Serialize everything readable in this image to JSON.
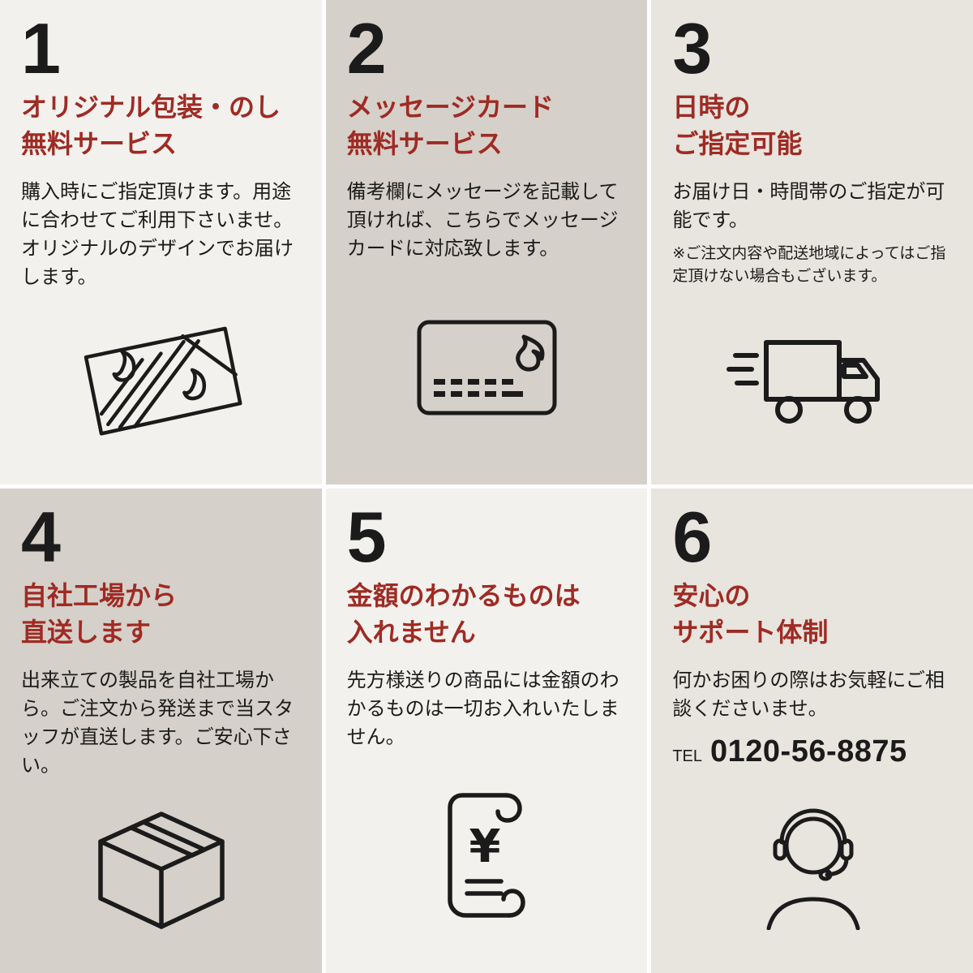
{
  "colors": {
    "heading": "#9e2b24",
    "text": "#1b1b1b",
    "bg_light": "#f3f1ed",
    "bg_taupe": "#d5d0c9",
    "bg_beige": "#e8e4de",
    "gap": "#ffffff"
  },
  "cells": [
    {
      "number": "1",
      "heading": "オリジナル包装・のし\n無料サービス",
      "body": "購入時にご指定頂けます。用途に合わせてご利用下さいませ。オリジナルのデザインでお届けします。",
      "icon": "gift-wrapping-icon"
    },
    {
      "number": "2",
      "heading": "メッセージカード\n無料サービス",
      "body": "備考欄にメッセージを記載して頂ければ、こちらでメッセージカードに対応致します。",
      "icon": "message-card-icon"
    },
    {
      "number": "3",
      "heading": "日時の\nご指定可能",
      "body": "お届け日・時間帯のご指定が可能です。",
      "note": "※ご注文内容や配送地域によってはご指定頂けない場合もございます。",
      "icon": "delivery-truck-icon"
    },
    {
      "number": "4",
      "heading": "自社工場から\n直送します",
      "body": "出来立ての製品を自社工場から。ご注文から発送まで当スタッフが直送します。ご安心下さい。",
      "icon": "shipping-box-icon"
    },
    {
      "number": "5",
      "heading": "金額のわかるものは\n入れません",
      "body": "先方様送りの商品には金額のわかるものは一切お入れいたしません。",
      "icon": "price-receipt-icon"
    },
    {
      "number": "6",
      "heading": "安心の\nサポート体制",
      "body": "何かお困りの際はお気軽にご相談くださいませ。",
      "tel_label": "TEL",
      "tel_number": "0120-56-8875",
      "icon": "support-operator-icon"
    }
  ]
}
